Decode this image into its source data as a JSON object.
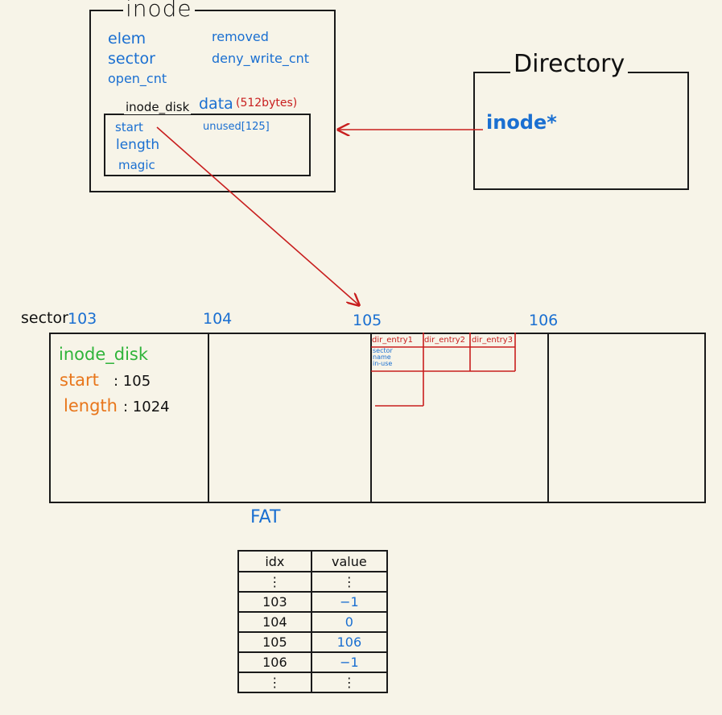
{
  "inode": {
    "title": "inode",
    "fields_left": [
      "elem",
      "sector",
      "open_cnt"
    ],
    "fields_right": [
      "removed",
      "deny_write_cnt"
    ],
    "inode_disk": {
      "title": "inode_disk",
      "data_label": "data",
      "data_size": "(512bytes)",
      "fields": [
        "start",
        "length",
        "magic"
      ],
      "unused": "unused[125]"
    }
  },
  "directory": {
    "title": "Directory",
    "field": "inode*"
  },
  "sectors": {
    "prefix": "sector",
    "numbers": [
      "103",
      "104",
      "105",
      "106"
    ],
    "sector103": {
      "heading": "inode_disk",
      "start_label": "start",
      "start_value": ": 105",
      "length_label": "length",
      "length_value": ": 1024"
    },
    "sector105": {
      "entries": [
        "dir_entry1",
        "dir_entry2",
        "dir_entry3"
      ],
      "entry_fields": [
        "sector",
        "name",
        "in-use"
      ]
    }
  },
  "fat": {
    "title": "FAT",
    "headers": [
      "idx",
      "value"
    ],
    "rows": [
      [
        "⋮",
        "⋮"
      ],
      [
        "103",
        "−1"
      ],
      [
        "104",
        "0"
      ],
      [
        "105",
        "106"
      ],
      [
        "106",
        "−1"
      ],
      [
        "⋮",
        "⋮"
      ]
    ]
  },
  "colors": {
    "ink": "#1a1a1a",
    "blue": "#1a6fd1",
    "red": "#c81e1e",
    "green": "#2fb43a",
    "orange": "#e8761b",
    "paper": "#f7f4e8"
  }
}
